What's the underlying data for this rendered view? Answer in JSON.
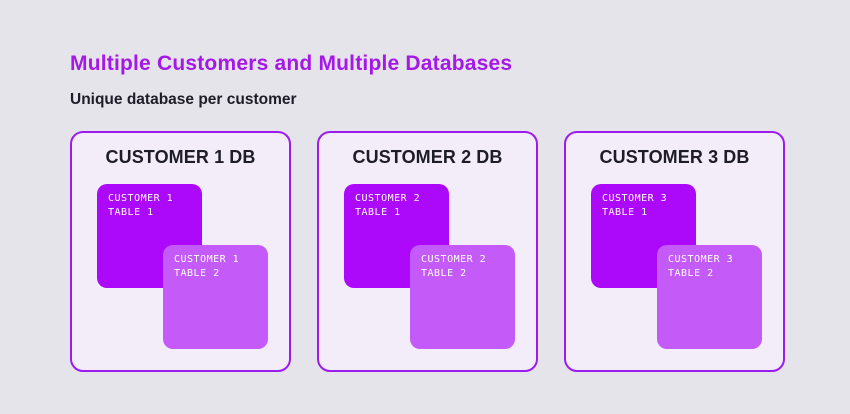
{
  "title": "Multiple Customers and Multiple Databases",
  "subtitle": "Unique database per customer",
  "colors": {
    "page_bg": "#e5e4ea",
    "card_bg": "#f3edfa",
    "card_border": "#9c1ced",
    "table1_bg": "#ac08fa",
    "table2_bg": "#c45af7",
    "title_color": "#a518e8",
    "heading_color": "#1e1c26",
    "table_text": "#ffffff"
  },
  "cards": [
    {
      "heading": "CUSTOMER 1 DB",
      "tables": [
        {
          "line1": "CUSTOMER 1",
          "line2": "TABLE 1"
        },
        {
          "line1": "CUSTOMER 1",
          "line2": "TABLE 2"
        }
      ]
    },
    {
      "heading": "CUSTOMER 2 DB",
      "tables": [
        {
          "line1": "CUSTOMER 2",
          "line2": "TABLE 1"
        },
        {
          "line1": "CUSTOMER 2",
          "line2": "TABLE 2"
        }
      ]
    },
    {
      "heading": "CUSTOMER 3 DB",
      "tables": [
        {
          "line1": "CUSTOMER 3",
          "line2": "TABLE 1"
        },
        {
          "line1": "CUSTOMER 3",
          "line2": "TABLE 2"
        }
      ]
    }
  ]
}
